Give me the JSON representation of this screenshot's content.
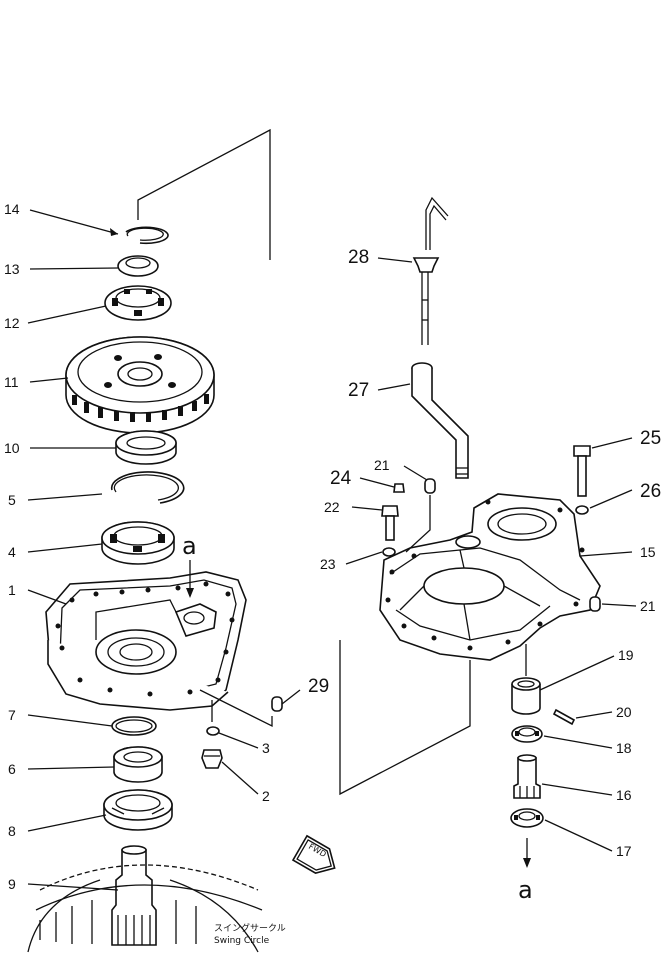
{
  "labels": {
    "l1": "1",
    "l2": "2",
    "l3": "3",
    "l4": "4",
    "l5": "5",
    "l6": "6",
    "l7": "7",
    "l8": "8",
    "l9": "9",
    "l10": "10",
    "l11": "11",
    "l12": "12",
    "l13": "13",
    "l14": "14",
    "l15": "15",
    "l16": "16",
    "l17": "17",
    "l18": "18",
    "l19": "19",
    "l20": "20",
    "l21a": "21",
    "l21b": "21",
    "l22": "22",
    "l23": "23",
    "l24": "24",
    "l25": "25",
    "l26": "26",
    "l27": "27",
    "l28": "28",
    "l29": "29"
  },
  "refs": {
    "a_top": "a",
    "a_bottom": "a"
  },
  "fwd": "FWD",
  "swing_circle": {
    "jp": "スイングサークル",
    "en": "Swing Circle"
  }
}
